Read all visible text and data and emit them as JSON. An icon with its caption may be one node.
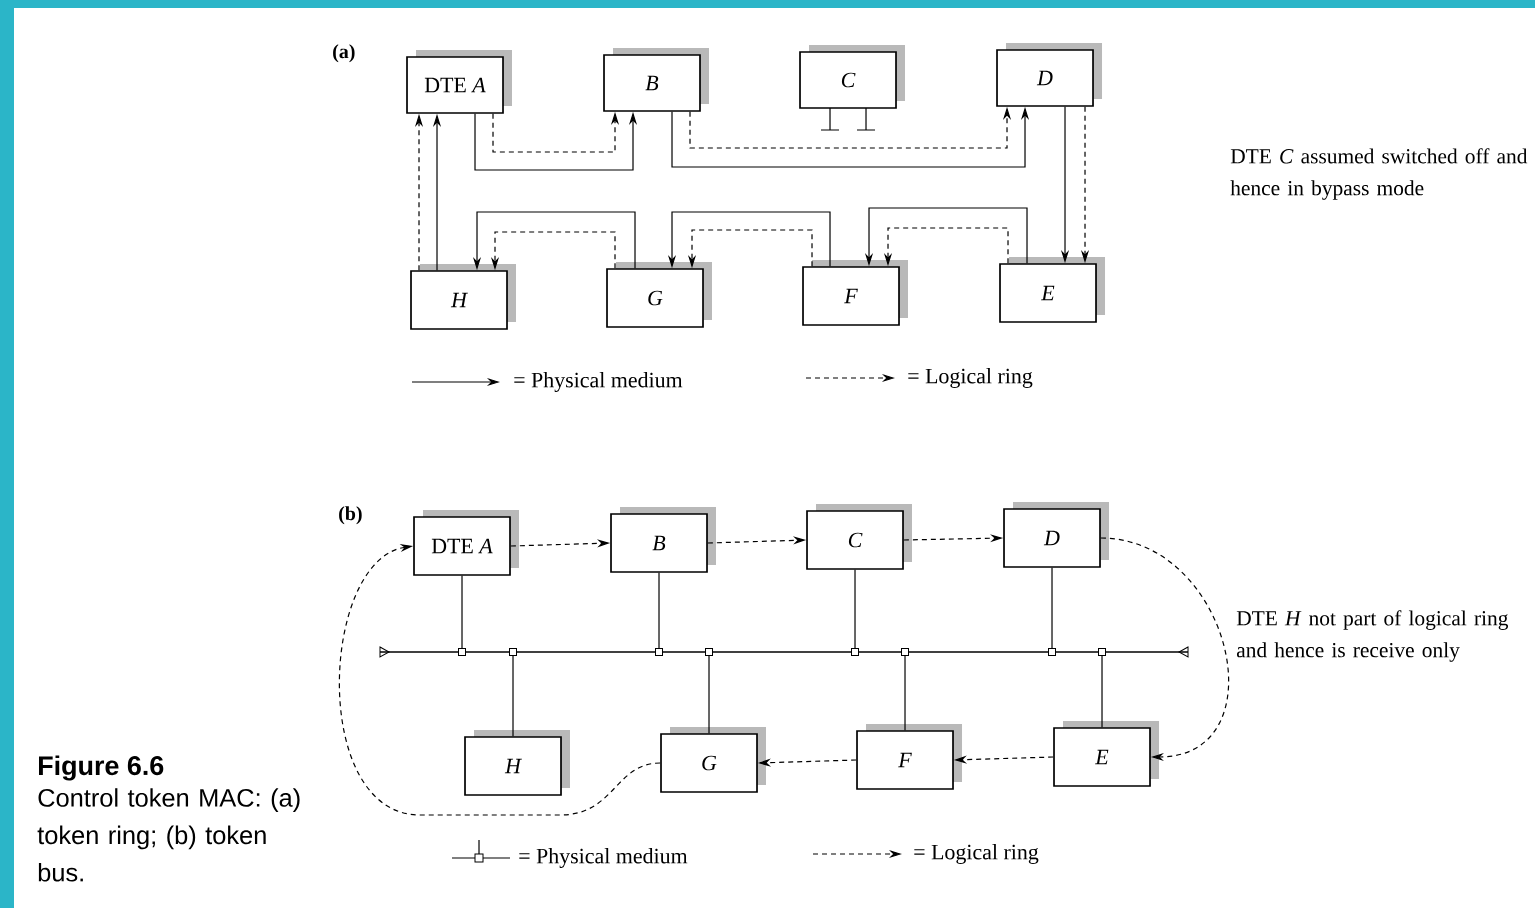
{
  "diagram": {
    "title": "Figure 6.6",
    "caption": "Control token MAC: (a) token ring; (b) token bus.",
    "nodes": [
      {
        "text": [
          "DTE *A*"
        ]
      },
      {
        "text": [
          "B"
        ]
      },
      {
        "text": [
          "C"
        ]
      },
      {
        "text": [
          "D"
        ]
      },
      {
        "text": [
          "H"
        ]
      },
      {
        "text": [
          "G"
        ]
      },
      {
        "text": [
          "F"
        ]
      },
      {
        "text": [
          "E"
        ]
      },
      {
        "text": [
          "DTE *A*"
        ]
      },
      {
        "text": [
          "B"
        ]
      },
      {
        "text": [
          "C"
        ]
      },
      {
        "text": [
          "D"
        ]
      },
      {
        "text": [
          "H"
        ]
      },
      {
        "text": [
          "G"
        ]
      },
      {
        "text": [
          "F"
        ]
      },
      {
        "text": [
          "E"
        ]
      },
      {
        "text": [],
        "shape": "bar"
      }
    ],
    "edges": [
      {
        "from": 0,
        "to": 1,
        "arrow": "to"
      },
      {
        "from": 0,
        "to": 1,
        "arrow": "to",
        "style": "dashed"
      },
      {
        "from": 1,
        "to": 3,
        "arrow": "to"
      },
      {
        "from": 1,
        "to": 3,
        "arrow": "to",
        "style": "dashed"
      },
      {
        "from": 3,
        "to": 7,
        "arrow": "to"
      },
      {
        "from": 3,
        "to": 7,
        "arrow": "to",
        "style": "dashed"
      },
      {
        "from": 7,
        "to": 6,
        "arrow": "to"
      },
      {
        "from": 7,
        "to": 6,
        "arrow": "to",
        "style": "dashed"
      },
      {
        "from": 6,
        "to": 5,
        "arrow": "to"
      },
      {
        "from": 6,
        "to": 5,
        "arrow": "to",
        "style": "dashed"
      },
      {
        "from": 5,
        "to": 4,
        "arrow": "to"
      },
      {
        "from": 5,
        "to": 4,
        "arrow": "to",
        "style": "dashed"
      },
      {
        "from": 4,
        "to": 0,
        "arrow": "to"
      },
      {
        "from": 4,
        "to": 0,
        "arrow": "to",
        "style": "dashed"
      },
      {
        "from": 8,
        "to": 9,
        "arrow": "to",
        "style": "dashed"
      },
      {
        "from": 9,
        "to": 10,
        "arrow": "to",
        "style": "dashed"
      },
      {
        "from": 10,
        "to": 11,
        "arrow": "to",
        "style": "dashed"
      },
      {
        "from": 11,
        "to": 15,
        "arrow": "to",
        "style": "dashed"
      },
      {
        "from": 15,
        "to": 14,
        "arrow": "to",
        "style": "dashed"
      },
      {
        "from": 14,
        "to": 13,
        "arrow": "to",
        "style": "dashed"
      },
      {
        "from": 13,
        "to": 8,
        "arrow": "to",
        "style": "dashed"
      },
      {
        "from": 8,
        "to": 16,
        "arrow": "other"
      },
      {
        "from": 9,
        "to": 16,
        "arrow": "other"
      },
      {
        "from": 10,
        "to": 16,
        "arrow": "other"
      },
      {
        "from": 11,
        "to": 16,
        "arrow": "other"
      },
      {
        "from": 12,
        "to": 16,
        "arrow": "other"
      },
      {
        "from": 13,
        "to": 16,
        "arrow": "other"
      },
      {
        "from": 14,
        "to": 16,
        "arrow": "other"
      },
      {
        "from": 15,
        "to": 16,
        "arrow": "other"
      }
    ],
    "labels": [
      "(a)",
      "DTE *C* assumed switched off and hence in bypass mode",
      "(b)",
      "DTE *H* not part of logical ring and hence is receive only"
    ],
    "legend": [
      {
        "text": "= Physical medium"
      },
      {
        "text": "= Logical ring"
      },
      {
        "text": "= Physical medium"
      },
      {
        "text": "= Logical ring"
      }
    ]
  }
}
